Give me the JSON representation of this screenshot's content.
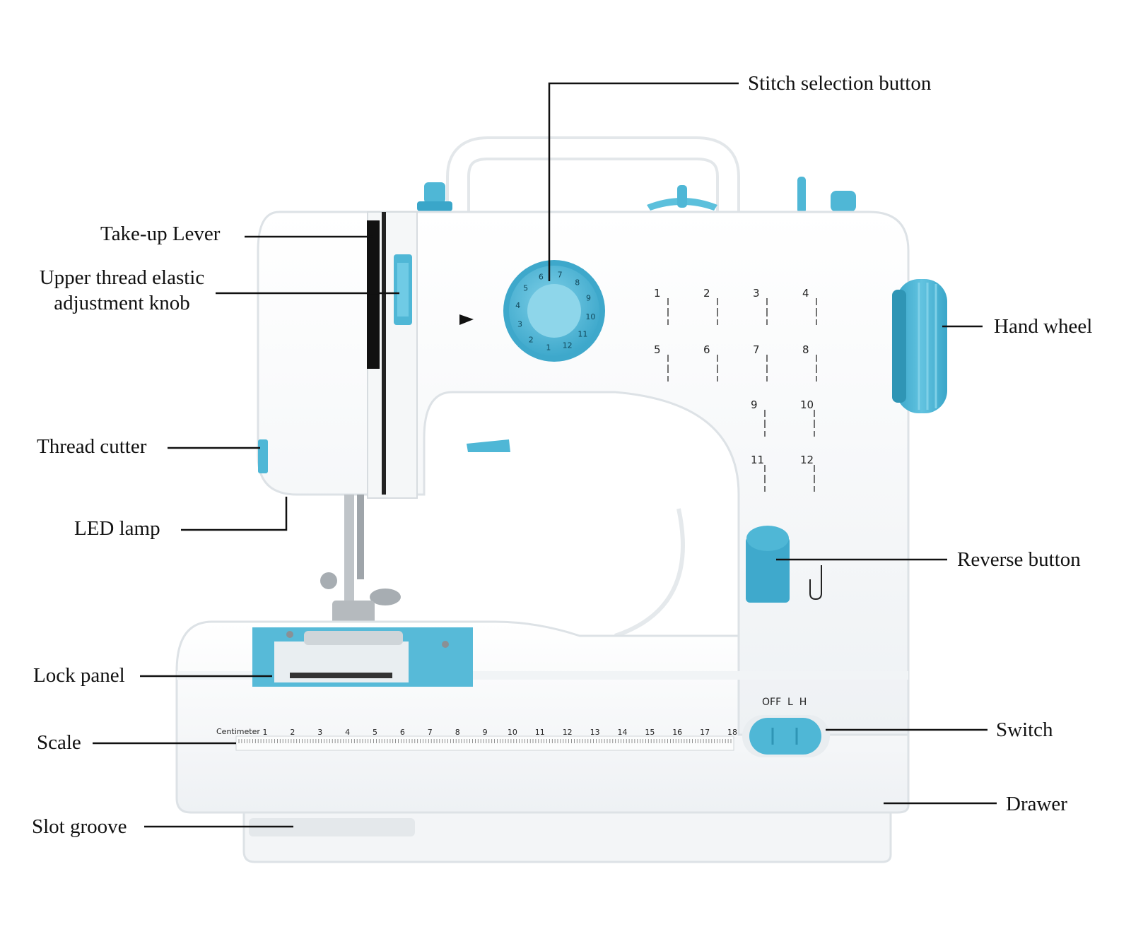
{
  "labels": {
    "stitch_selection": "Stitch selection button",
    "take_up_lever": "Take-up Lever",
    "upper_thread_line1": "Upper thread elastic",
    "upper_thread_line2": "adjustment knob",
    "hand_wheel": "Hand wheel",
    "thread_cutter": "Thread cutter",
    "led_lamp": "LED lamp",
    "reverse_button": "Reverse button",
    "lock_panel": "Lock panel",
    "scale": "Scale",
    "switch": "Switch",
    "drawer": "Drawer",
    "slot_groove": "Slot groove"
  },
  "dial_numbers": [
    "1",
    "2",
    "3",
    "4",
    "5",
    "6",
    "7",
    "8",
    "9",
    "10",
    "11",
    "12"
  ],
  "stitch_numbers": [
    "1",
    "2",
    "3",
    "4",
    "5",
    "6",
    "7",
    "8",
    "9",
    "10",
    "11",
    "12"
  ],
  "switch_markings": "OFF  L  H",
  "scale_unit": "Centimeter",
  "scale_numbers": [
    "1",
    "2",
    "3",
    "4",
    "5",
    "6",
    "7",
    "8",
    "9",
    "10",
    "11",
    "12",
    "13",
    "14",
    "15",
    "16",
    "17",
    "18"
  ],
  "colors": {
    "body": "#ffffff",
    "shade": "#e9edf0",
    "accent": "#4fb7d6",
    "accent_dark": "#2f95b5",
    "line": "#111111"
  }
}
